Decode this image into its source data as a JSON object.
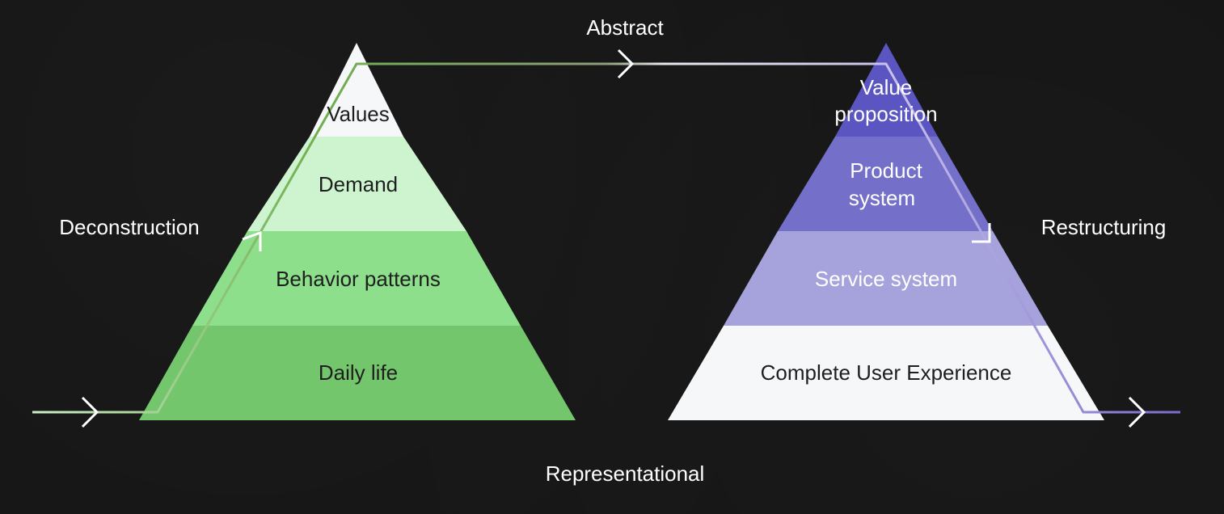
{
  "axis": {
    "top": "Abstract",
    "bottom": "Representational",
    "left": "Deconstruction",
    "right": "Restructuring"
  },
  "left_pyramid": {
    "tiers": [
      {
        "label": "Values",
        "color": "#f6f7f9"
      },
      {
        "label": "Demand",
        "color": "#cdf4cf"
      },
      {
        "label": "Behavior patterns",
        "color": "#8ddf8b"
      },
      {
        "label": "Daily life",
        "color": "#74c66c"
      }
    ]
  },
  "right_pyramid": {
    "tiers": [
      {
        "label_lines": [
          "Value",
          "proposition"
        ],
        "color": "#5b55c2"
      },
      {
        "label_lines": [
          "Product",
          "system"
        ],
        "color": "#7470c9"
      },
      {
        "label_lines": [
          "Service system"
        ],
        "color": "#a6a2dc"
      },
      {
        "label_lines": [
          "Complete User Experience"
        ],
        "color": "#f6f7f9"
      }
    ]
  },
  "colors": {
    "background": "#151515",
    "path_green": "#6fae4e",
    "path_purple": "#7b6ccc",
    "text_light": "#ffffff",
    "text_dark": "#1e1e1e"
  }
}
